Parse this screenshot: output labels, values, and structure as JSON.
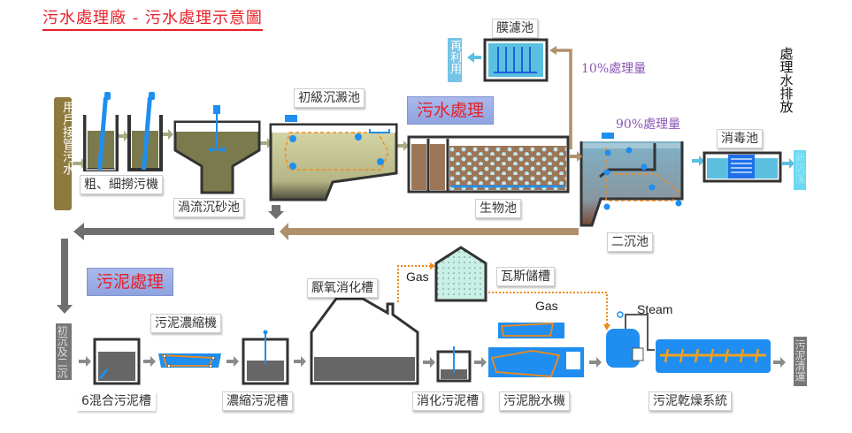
{
  "title": "污水處理廠 - 污水處理示意圖",
  "sections": {
    "sewage": "污水處理",
    "sludge": "污泥處理"
  },
  "inflow": "用戶接管污水",
  "outflow": {
    "header": "處理水排放",
    "river": "新店溪"
  },
  "reuse": "再利用",
  "sewage_units": [
    {
      "id": "screen",
      "label": "粗、細撈污機"
    },
    {
      "id": "grit",
      "label": "渦流沉砂池"
    },
    {
      "id": "primary",
      "label": "初級沉澱池"
    },
    {
      "id": "bio",
      "label": "生物池"
    },
    {
      "id": "secondary",
      "label": "二沉池"
    },
    {
      "id": "membrane",
      "label": "膜濾池"
    },
    {
      "id": "disinfection",
      "label": "消毒池"
    }
  ],
  "split": {
    "membrane_share": "10%處理量",
    "secondary_share": "90%處理量"
  },
  "sludge_source": "初沉及二沉",
  "sludge_units": [
    {
      "id": "mix",
      "label": "6混合污泥槽"
    },
    {
      "id": "thickener",
      "label": "污泥濃縮機"
    },
    {
      "id": "thick_tank",
      "label": "濃縮污泥槽"
    },
    {
      "id": "digester",
      "label": "厭氧消化槽"
    },
    {
      "id": "gas_holder",
      "label": "瓦斯儲槽"
    },
    {
      "id": "digested_tank",
      "label": "消化污泥槽"
    },
    {
      "id": "dewater",
      "label": "污泥脫水機"
    },
    {
      "id": "dryer",
      "label": "污泥乾燥系統"
    }
  ],
  "flows": {
    "gas_1": "Gas",
    "gas_2": "Gas",
    "steam": "Steam"
  },
  "sludge_disposal": "污泥清運",
  "colors": {
    "title_red": "#e8202a",
    "wastewater": "#8b8a5c",
    "brown_flow": "#b08f6c",
    "gray_flow": "#6f6f6f",
    "equipment_blue": "#1f8ef0",
    "water_blue": "#5bc0e0",
    "gas_orange": "#f08a1c",
    "percent_purple": "#8a55b5"
  }
}
